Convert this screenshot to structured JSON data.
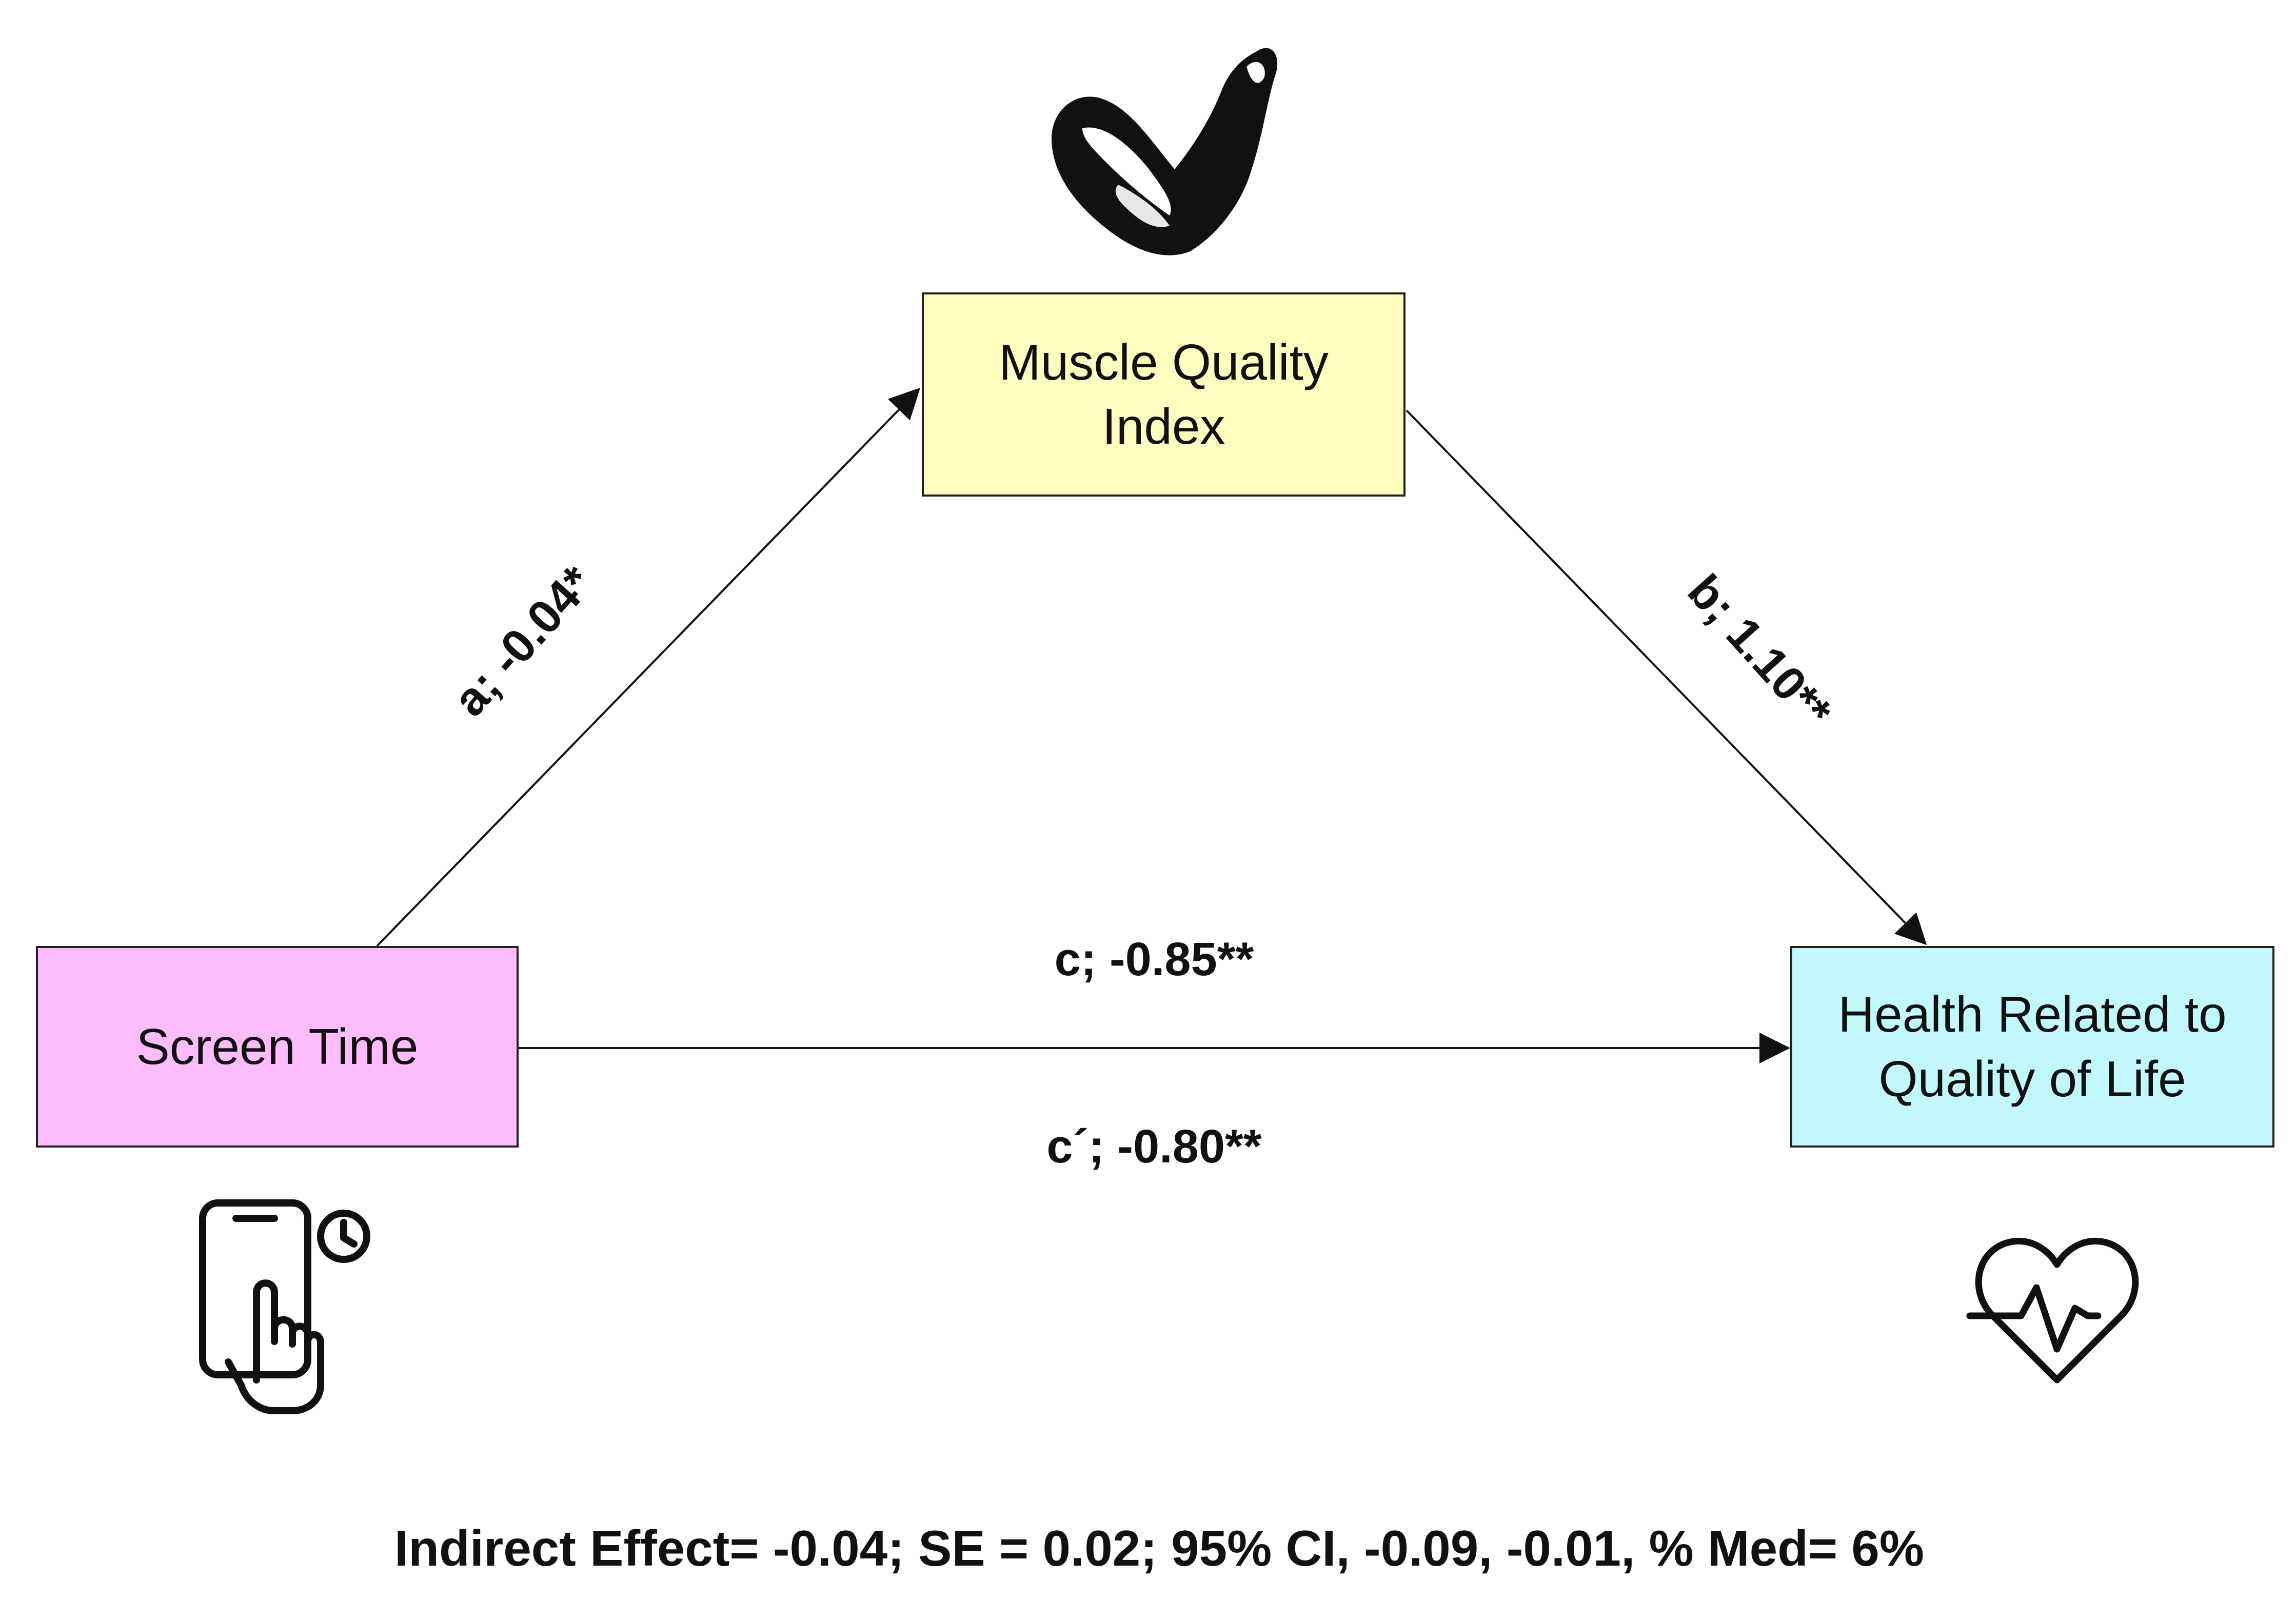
{
  "nodes": {
    "mediator": {
      "line1": "Muscle Quality",
      "line2": "Index",
      "fill": "#fdfdc0"
    },
    "predictor": {
      "label": "Screen Time",
      "fill": "#fdbdfc"
    },
    "outcome": {
      "line1": "Health Related to",
      "line2": "Quality of Life",
      "fill": "#c2f8fb"
    }
  },
  "paths": {
    "a": "a; -0.04*",
    "b": "b; 1.10**",
    "c": "c; -0.85**",
    "c_prime": "c´; -0.80**"
  },
  "footer": "Indirect Effect= -0.04; SE = 0.02; 95% CI, -0.09, -0.01, % Med= 6%",
  "icons": {
    "mediator": "flexed-arm-icon",
    "predictor": "phone-touch-clock-icon",
    "outcome": "heart-pulse-icon"
  }
}
